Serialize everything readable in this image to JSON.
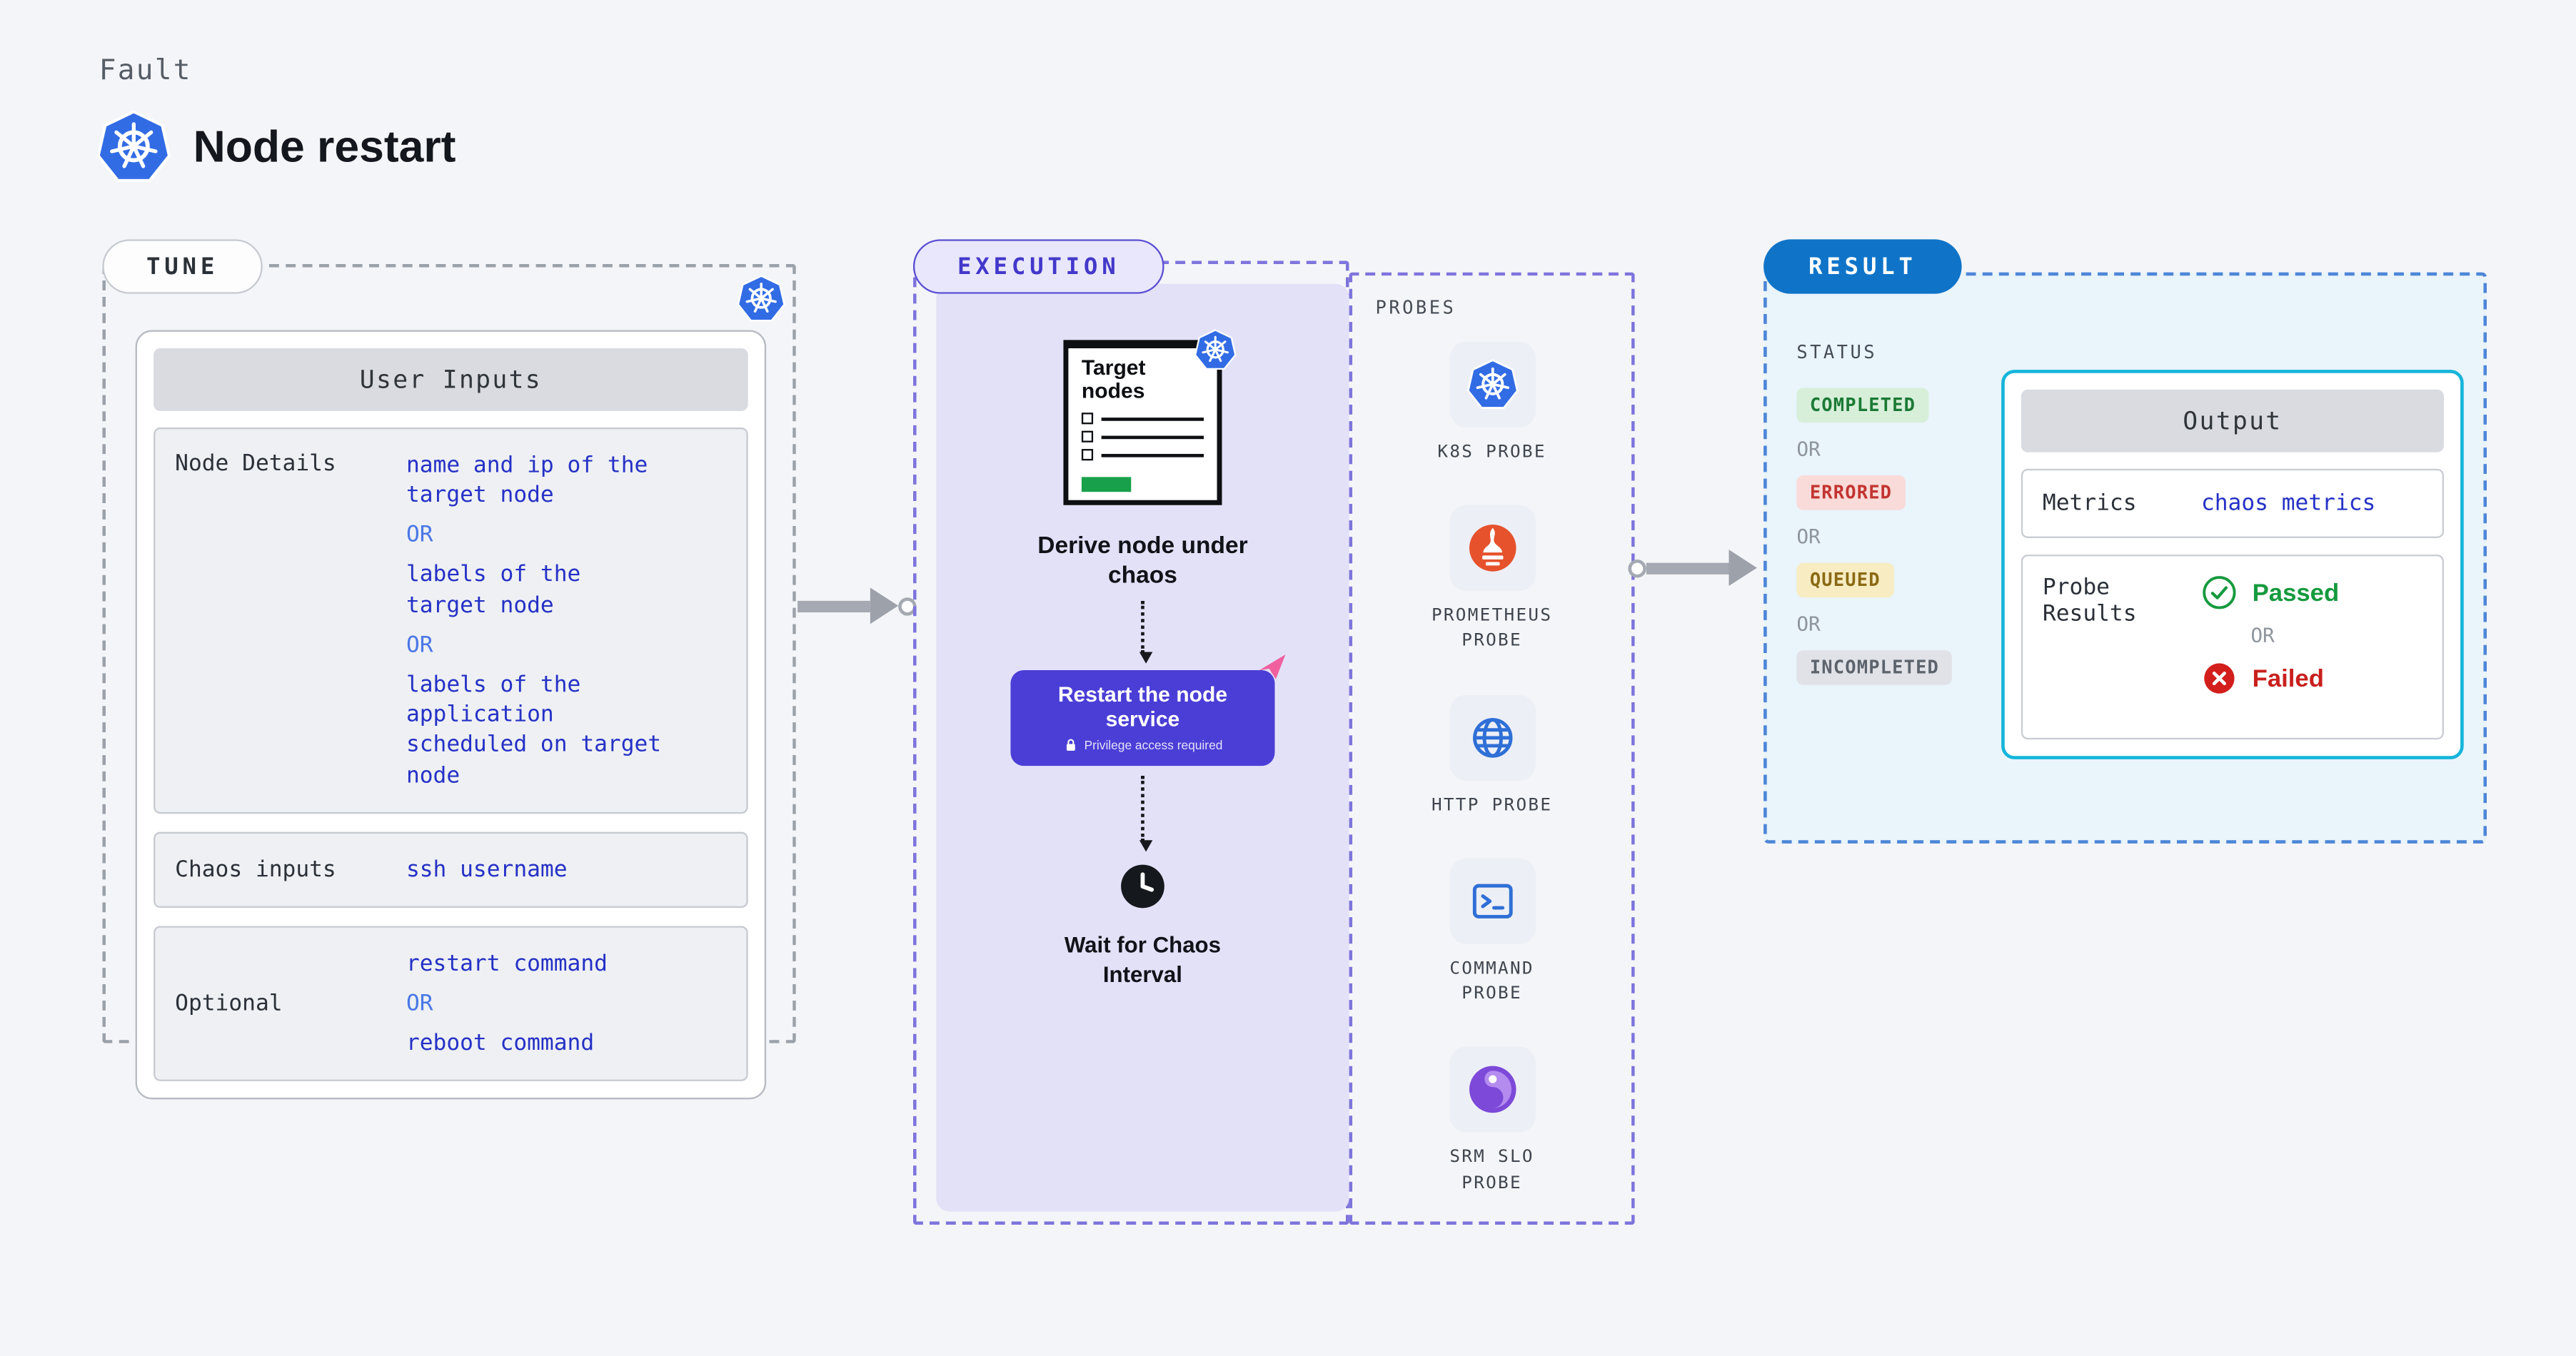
{
  "page": {
    "eyebrow": "Fault",
    "title": "Node restart"
  },
  "colors": {
    "kubernetes_blue": "#326ce5",
    "button_indigo": "#4b3ed6",
    "value_blue": "#2531c5",
    "or_blue": "#4b77e6",
    "execution_border_purple": "#7e74dc",
    "result_pill_blue": "#0f74c8",
    "output_border_cyan": "#15b5da",
    "completed_green": "#1b7a35",
    "errored_red": "#c23430",
    "queued_amber": "#8a6a14",
    "incompleted_gray": "#5c636c",
    "passed_green": "#169a3e",
    "failed_red": "#c9201d",
    "prometheus_orange": "#e6522c",
    "srm_purple": "#7d49d8",
    "progress_green": "#18a04a"
  },
  "icons": {
    "kubernetes": "kubernetes-helm-wheel",
    "prometheus": "flame-torch",
    "http": "globe",
    "command": "terminal-window",
    "srm_slo": "purple-swirl",
    "wait": "clock",
    "privilege": "lock",
    "button_corner": "pink-flag",
    "passed": "check-circle",
    "failed": "x-circle"
  },
  "tune": {
    "pill": "TUNE",
    "card_title": "User Inputs",
    "rows": [
      {
        "label": "Node Details",
        "values": [
          "name and ip of the\ntarget node",
          "OR",
          "labels of the\ntarget node",
          "OR",
          "labels of the application\nscheduled on target node"
        ]
      },
      {
        "label": "Chaos inputs",
        "values": [
          "ssh username"
        ]
      },
      {
        "label": "Optional",
        "values": [
          "restart command",
          "OR",
          "reboot command"
        ]
      }
    ]
  },
  "execution": {
    "pill": "EXECUTION",
    "target_box_label": "Target\nnodes",
    "derive_label": "Derive node under\nchaos",
    "restart_button": {
      "title": "Restart the node\nservice",
      "subtitle": "Privilege access required"
    },
    "wait_label": "Wait for Chaos\nInterval",
    "probes": {
      "title": "PROBES",
      "items": [
        {
          "label": "K8S PROBE",
          "icon": "kubernetes-icon"
        },
        {
          "label": "PROMETHEUS\nPROBE",
          "icon": "prometheus-icon"
        },
        {
          "label": "HTTP PROBE",
          "icon": "globe-icon"
        },
        {
          "label": "COMMAND\nPROBE",
          "icon": "terminal-icon"
        },
        {
          "label": "SRM SLO\nPROBE",
          "icon": "srm-slo-icon"
        }
      ]
    }
  },
  "result": {
    "pill": "RESULT",
    "status_title": "STATUS",
    "or": "OR",
    "statuses": [
      "COMPLETED",
      "ERRORED",
      "QUEUED",
      "INCOMPLETED"
    ],
    "output": {
      "title": "Output",
      "metrics_label": "Metrics",
      "metrics_value": "chaos metrics",
      "probe_results_label": "Probe\nResults",
      "passed": "Passed",
      "failed": "Failed"
    }
  }
}
